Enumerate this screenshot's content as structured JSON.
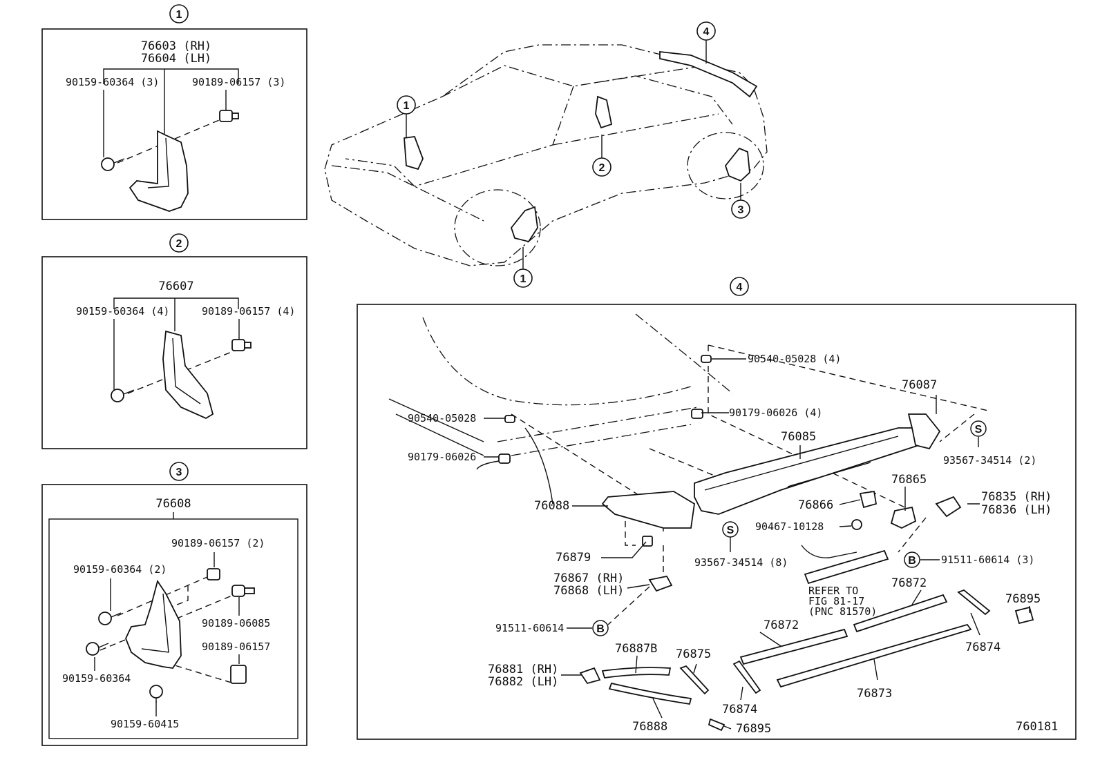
{
  "panel1": {
    "badge": "1",
    "part_rh": "76603 (RH)",
    "part_lh": "76604 (LH)",
    "screw": "90159-60364 (3)",
    "clip": "90189-06157 (3)"
  },
  "panel2": {
    "badge": "2",
    "part": "76607",
    "screw": "90159-60364 (4)",
    "clip": "90189-06157 (4)"
  },
  "panel3": {
    "badge": "3",
    "part": "76608",
    "clip_top": "90189-06157 (2)",
    "screw_top": "90159-60364 (2)",
    "clip_mid": "90189-06085",
    "clip_low": "90189-06157",
    "screw_low": "90159-60364",
    "screw_bottom": "90159-60415"
  },
  "car": {
    "badge_front_upper": "1",
    "badge_front_lower": "1",
    "badge_side": "2",
    "badge_rear": "3",
    "badge_spoiler": "4"
  },
  "panel4": {
    "badge": "4",
    "nut_top": "90540-05028 (4)",
    "clip_top": "90179-06026 (4)",
    "nut_left": "90540-05028",
    "clip_left": "90179-06026",
    "spoiler_end_r": "76087",
    "spoiler_center": "76085",
    "s_right": "S",
    "screw_right": "93567-34514 (2)",
    "bracket": "76865",
    "hinge_rh": "76835 (RH)",
    "hinge_lh": "76836 (LH)",
    "spoiler_end_l": "76088",
    "retainer": "76866",
    "bolt": "90467-10128",
    "s_left": "S",
    "screw_left": "93567-34514 (8)",
    "b_right": "B",
    "screw_b_right": "91511-60614 (3)",
    "clip_76879": "76879",
    "hinge2_rh": "76867 (RH)",
    "hinge2_lh": "76868 (LH)",
    "refer1": "REFER TO",
    "refer2": "FIG 81-17",
    "refer3": "(PNC 81570)",
    "b_left": "B",
    "screw_b_left": "91511-60614",
    "seal_76872_upper": "76872",
    "seal_76872_lower": "76872",
    "tape_76895_right": "76895",
    "tape_76895_bottom": "76895",
    "seal_76887b": "76887B",
    "seal_76875": "76875",
    "end_rh": "76881 (RH)",
    "end_lh": "76882 (LH)",
    "seal_76874_right": "76874",
    "seal_76874_bottom": "76874",
    "seal_76873": "76873",
    "seal_76888": "76888",
    "fig_no": "760181"
  }
}
